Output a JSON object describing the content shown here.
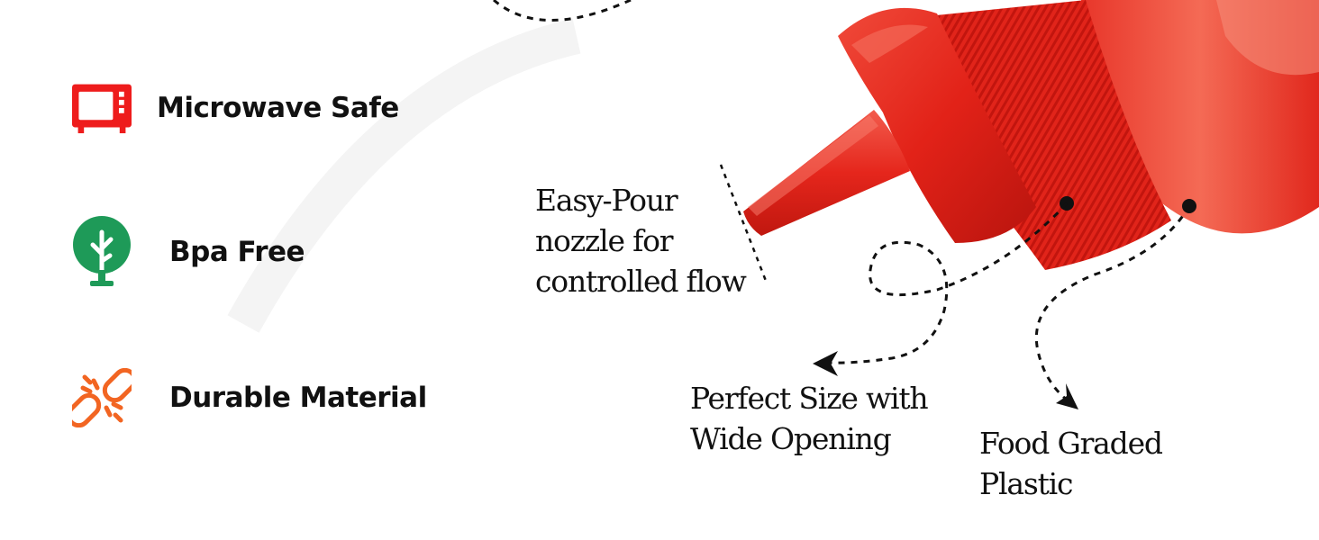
{
  "features": [
    {
      "label": "Microwave Safe",
      "icon": "microwave-icon",
      "color": "#ee1c1c"
    },
    {
      "label": "Bpa Free",
      "icon": "tree-icon",
      "color": "#1e9a58"
    },
    {
      "label": "Durable Material",
      "icon": "broken-chain-icon",
      "color": "#f26522"
    }
  ],
  "callouts": {
    "nozzle": [
      "Easy-Pour",
      "nozzle for",
      "controlled flow"
    ],
    "size": [
      "Perfect Size with",
      "Wide Opening"
    ],
    "material": [
      "Food Graded",
      "Plastic"
    ]
  },
  "colors": {
    "bottle_red": "#e32019",
    "bottle_dark": "#b5120d",
    "bottle_light": "#f4594a",
    "ink": "#111111"
  }
}
